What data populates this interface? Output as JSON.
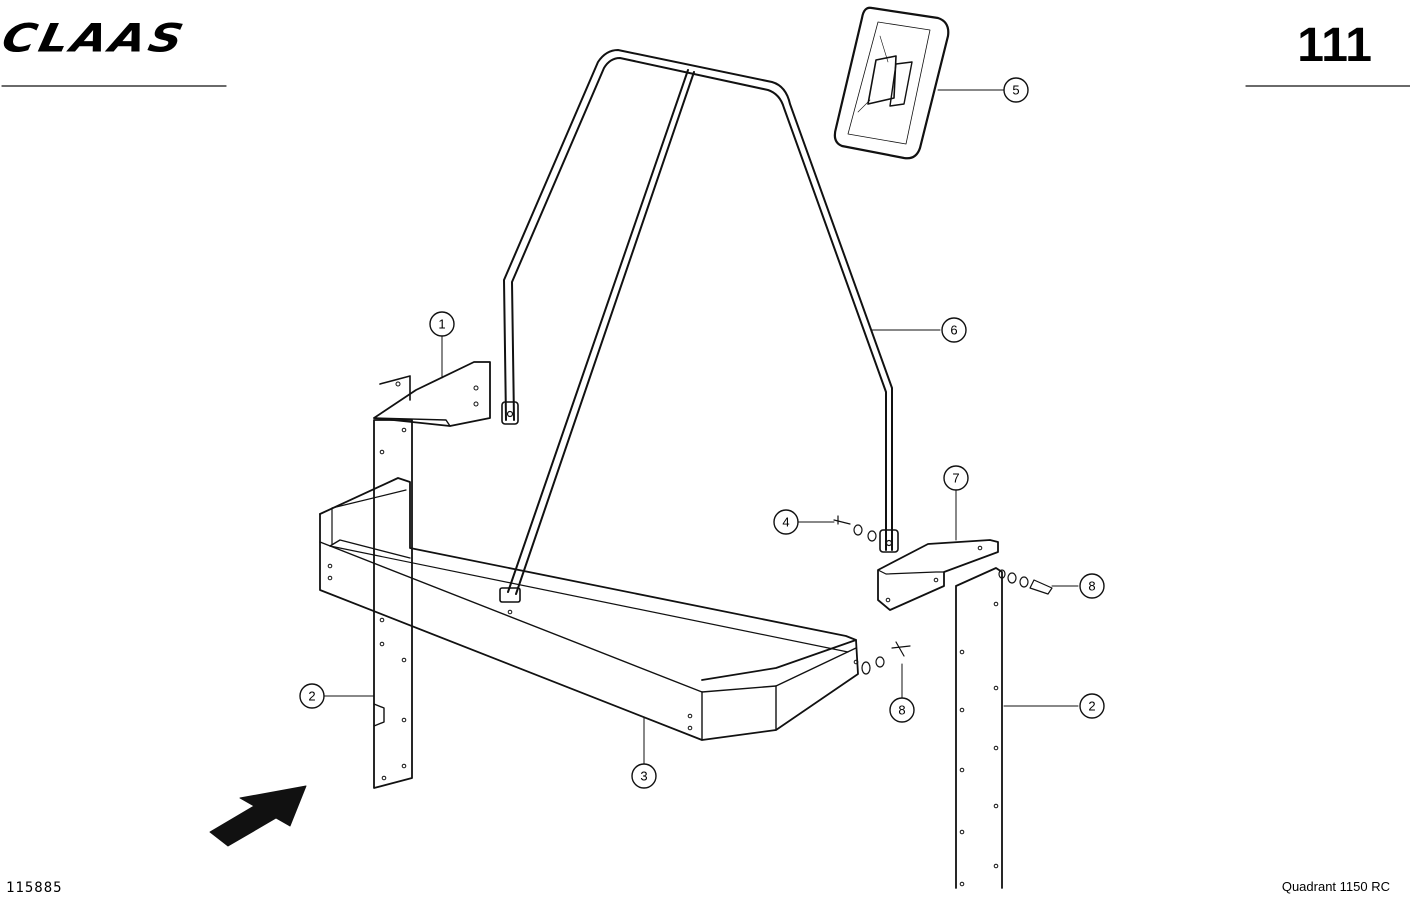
{
  "header": {
    "brand": "CLAAS",
    "page_number": "111"
  },
  "footer": {
    "drawing_number": "115885",
    "model": "Quadrant 1150 RC"
  },
  "callouts": [
    {
      "id": "callout-1",
      "label": "1"
    },
    {
      "id": "callout-2-left",
      "label": "2"
    },
    {
      "id": "callout-2-right",
      "label": "2"
    },
    {
      "id": "callout-3",
      "label": "3"
    },
    {
      "id": "callout-4",
      "label": "4"
    },
    {
      "id": "callout-5",
      "label": "5"
    },
    {
      "id": "callout-6",
      "label": "6"
    },
    {
      "id": "callout-7",
      "label": "7"
    },
    {
      "id": "callout-8-top",
      "label": "8"
    },
    {
      "id": "callout-8-bottom",
      "label": "8"
    }
  ],
  "colors": {
    "ink": "#111111",
    "paper": "#ffffff"
  }
}
